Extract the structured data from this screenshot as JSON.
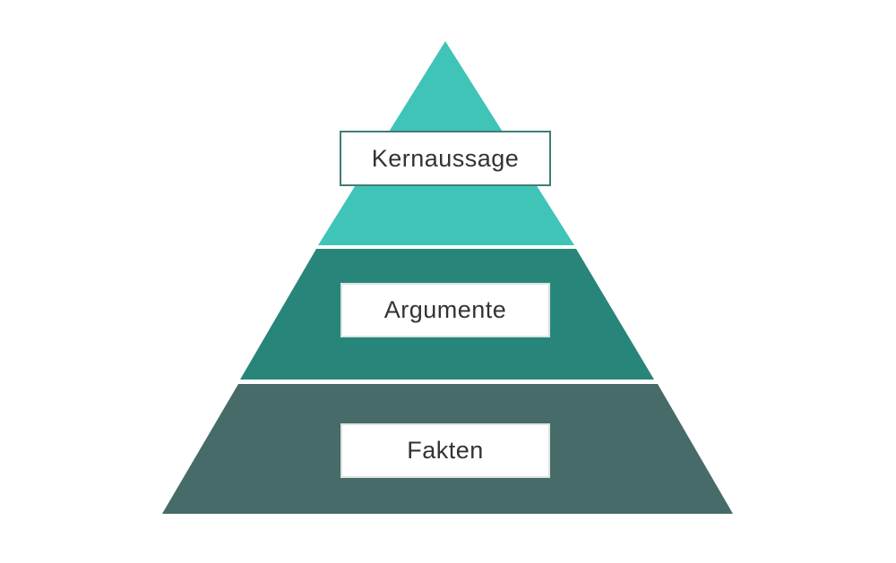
{
  "pyramid": {
    "levels": [
      {
        "label": "Kernaussage",
        "color": "#40c4b8"
      },
      {
        "label": "Argumente",
        "color": "#288579"
      },
      {
        "label": "Fakten",
        "color": "#466b68"
      }
    ]
  }
}
